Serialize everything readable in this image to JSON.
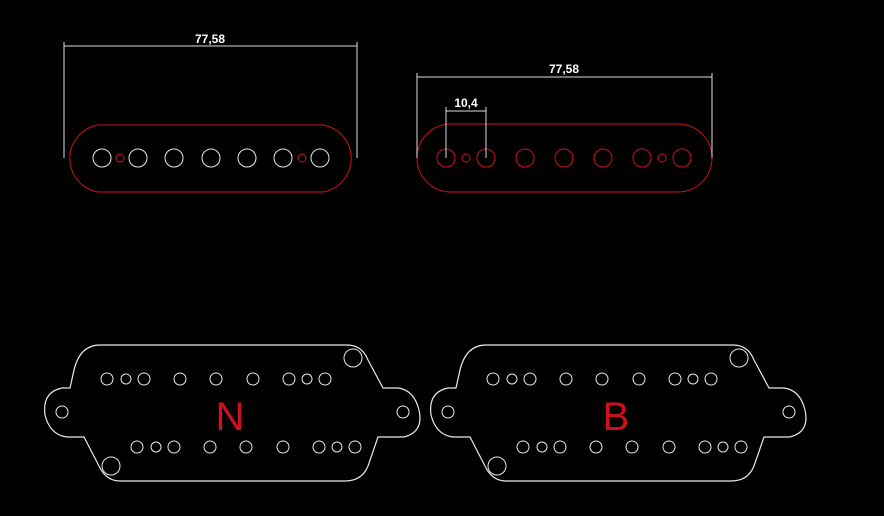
{
  "drawing": {
    "neck_bobbin": {
      "dimension_label": "77,58"
    },
    "bridge_bobbin": {
      "dimension_label": "77,58",
      "pole_spacing_label": "10,4"
    },
    "neck_baseplate": {
      "letter": "N"
    },
    "bridge_baseplate": {
      "letter": "B"
    }
  },
  "colors": {
    "background": "#000000",
    "outline_white": "#e8e8e8",
    "outline_red": "#d0101e"
  }
}
